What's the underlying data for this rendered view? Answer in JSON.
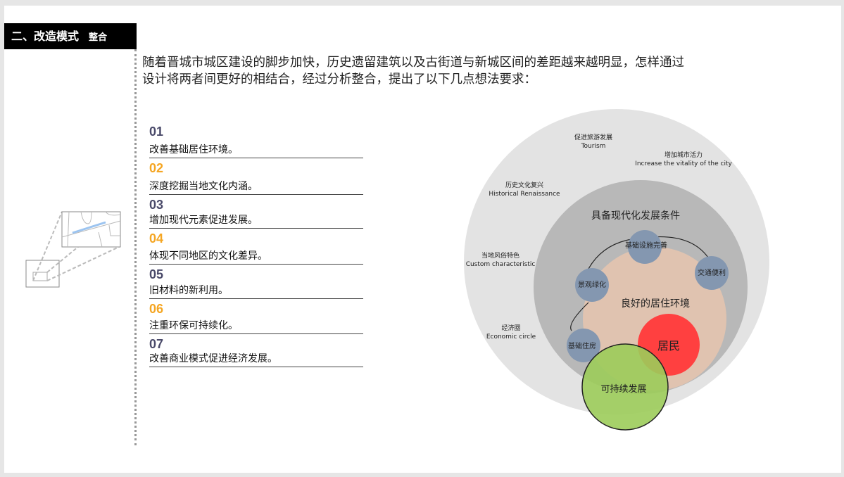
{
  "header": {
    "title": "二、改造模式",
    "subtitle": "整合"
  },
  "intro": {
    "line1": "随着晋城市城区建设的脚步加快，历史遗留建筑以及古街道与新城区间的差距越来越明显，怎样通过",
    "line2": "设计将两者间更好的相结合，经过分析整合，提出了以下几点想法要求："
  },
  "items": [
    {
      "num": "01",
      "text": "改善基础居住环境。",
      "color": "#4a4a6a"
    },
    {
      "num": "02",
      "text": "深度挖掘当地文化内涵。",
      "color": "#f5a623"
    },
    {
      "num": "03",
      "text": "增加现代元素促进发展。",
      "color": "#4a4a6a"
    },
    {
      "num": "04",
      "text": "体现不同地区的文化差异。",
      "color": "#f5a623"
    },
    {
      "num": "05",
      "text": "旧材料的新利用。",
      "color": "#4a4a6a"
    },
    {
      "num": "06",
      "text": "注重环保可持续化。",
      "color": "#f5a623"
    },
    {
      "num": "07",
      "text": "改善商业模式促进经济发展。",
      "color": "#4a4a6a"
    }
  ],
  "diagram": {
    "outer_labels": [
      {
        "cn": "促进旅游发展",
        "en": "Tourism"
      },
      {
        "cn": "增加城市活力",
        "en": "Increase the vitality of the city"
      },
      {
        "cn": "历史文化复兴",
        "en": "Historical Renaissance"
      },
      {
        "cn": "当地风俗特色",
        "en": "Custom characteristic"
      },
      {
        "cn": "经济圈",
        "en": "Economic circle"
      }
    ],
    "middle_label": "具备现代化发展条件",
    "inner_label": "良好的居住环境",
    "nodes": [
      "基础设施完善",
      "交通便利",
      "景观绿化",
      "基础住房"
    ],
    "resident": "居民",
    "sustainable": "可持续发展",
    "colors": {
      "outer": "#e3e3e3",
      "middle": "#b8b8b8",
      "inner": "#e0c3b0",
      "node": "#8497b0",
      "resident": "#ff4040",
      "green": "#9ccc5a"
    }
  }
}
